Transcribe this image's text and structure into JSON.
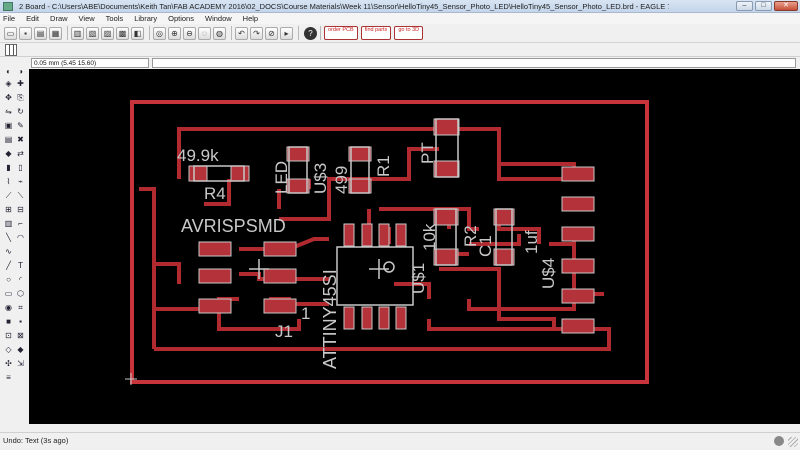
{
  "window": {
    "title": "2 Board - C:\\Users\\ABE\\Documents\\Keith Tan\\FAB ACADEMY 2016\\02_DOCS\\Course Materials\\Week 11\\Sensor\\HelloTiny45_Sensor_Photo_LED\\HelloTiny45_Sensor_Photo_LED.brd - EAGLE 7.5.0 Light",
    "minimize": "–",
    "maximize": "□",
    "close": "✕"
  },
  "menu": [
    "File",
    "Edit",
    "Draw",
    "View",
    "Tools",
    "Library",
    "Options",
    "Window",
    "Help"
  ],
  "toolbar": {
    "logo1": "order PCB",
    "logo2": "find parts",
    "logo3": "go to 3D",
    "help": "?"
  },
  "coord_readout": "0.05 mm (5.45 15.60)",
  "board": {
    "labels": [
      {
        "id": "r4-value",
        "text": "49.9k"
      },
      {
        "id": "r4-name",
        "text": "R4"
      },
      {
        "id": "led-name",
        "text": "LED"
      },
      {
        "id": "u3-name",
        "text": "U$3"
      },
      {
        "id": "r1-value",
        "text": "499"
      },
      {
        "id": "r1-name",
        "text": "R1"
      },
      {
        "id": "pt-name",
        "text": "PT"
      },
      {
        "id": "avrisp",
        "text": "AVRISPSMD"
      },
      {
        "id": "r2-value",
        "text": "10k"
      },
      {
        "id": "r2-name",
        "text": "R2"
      },
      {
        "id": "c1-name",
        "text": "C1"
      },
      {
        "id": "c1-value",
        "text": "1uf"
      },
      {
        "id": "u1-name",
        "text": "U$1"
      },
      {
        "id": "u4-name",
        "text": "U$4"
      },
      {
        "id": "attiny",
        "text": "ATTINY45SI"
      },
      {
        "id": "j1-pin",
        "text": "1"
      },
      {
        "id": "j1-name",
        "text": "J1"
      }
    ]
  },
  "status": {
    "text": "Undo: Text (3s ago)"
  },
  "colors": {
    "canvas_bg": "#000000",
    "outline": "#c8343c",
    "pad": "#b4323a",
    "label": "#c8c8c8"
  }
}
